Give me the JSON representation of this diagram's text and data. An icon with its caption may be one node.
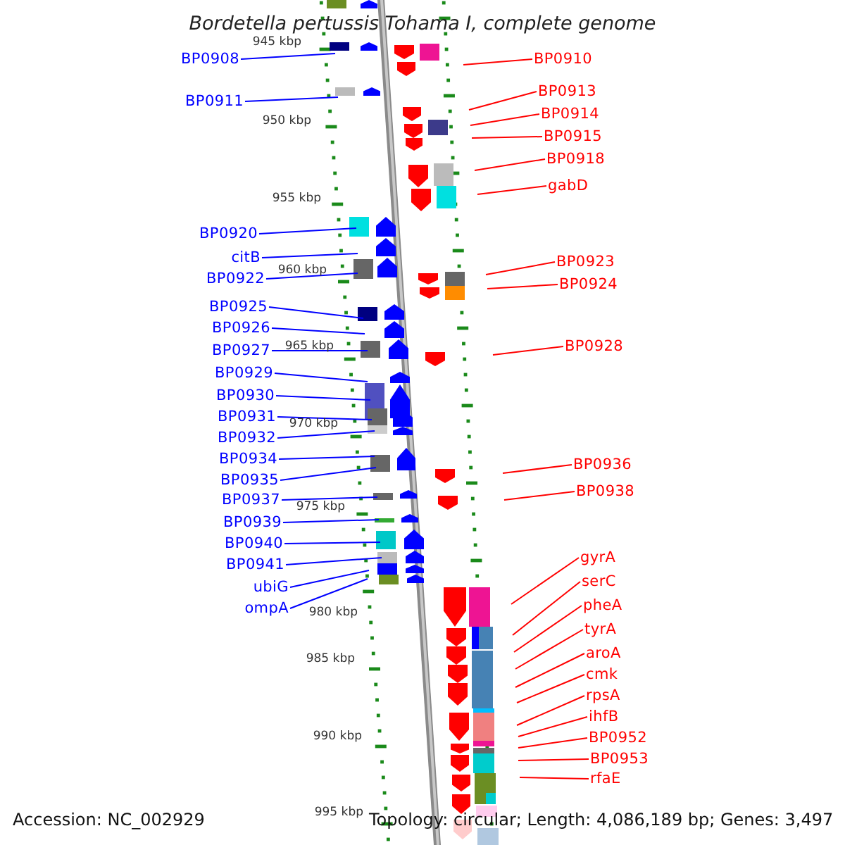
{
  "diagram": {
    "title": "Bordetella pertussis Tohama I, complete genome",
    "nodes": [
      {
        "text": [
          "BP0908"
        ]
      },
      {
        "text": [
          "BP0911"
        ]
      },
      {
        "text": [
          "BP0920"
        ]
      },
      {
        "text": [
          "citB"
        ]
      },
      {
        "text": [
          "BP0922"
        ]
      },
      {
        "text": [
          "BP0925"
        ]
      },
      {
        "text": [
          "BP0926"
        ]
      },
      {
        "text": [
          "BP0927"
        ]
      },
      {
        "text": [
          "BP0929"
        ]
      },
      {
        "text": [
          "BP0930"
        ]
      },
      {
        "text": [
          "BP0931"
        ]
      },
      {
        "text": [
          "BP0932"
        ]
      },
      {
        "text": [
          "BP0934"
        ]
      },
      {
        "text": [
          "BP0935"
        ]
      },
      {
        "text": [
          "BP0937"
        ]
      },
      {
        "text": [
          "BP0939"
        ]
      },
      {
        "text": [
          "BP0940"
        ]
      },
      {
        "text": [
          "BP0941"
        ]
      },
      {
        "text": [
          "ubiG"
        ]
      },
      {
        "text": [
          "ompA"
        ]
      },
      {
        "text": [
          "BP0910"
        ]
      },
      {
        "text": [
          "BP0913"
        ]
      },
      {
        "text": [
          "BP0914"
        ]
      },
      {
        "text": [
          "BP0915"
        ]
      },
      {
        "text": [
          "BP0918"
        ]
      },
      {
        "text": [
          "gabD"
        ]
      },
      {
        "text": [
          "BP0923"
        ]
      },
      {
        "text": [
          "BP0924"
        ]
      },
      {
        "text": [
          "BP0928"
        ]
      },
      {
        "text": [
          "BP0936"
        ]
      },
      {
        "text": [
          "BP0938"
        ]
      },
      {
        "text": [
          "gyrA"
        ]
      },
      {
        "text": [
          "serC"
        ]
      },
      {
        "text": [
          "pheA"
        ]
      },
      {
        "text": [
          "tyrA"
        ]
      },
      {
        "text": [
          "aroA"
        ]
      },
      {
        "text": [
          "cmk"
        ]
      },
      {
        "text": [
          "rpsA"
        ]
      },
      {
        "text": [
          "ihfB"
        ]
      },
      {
        "text": [
          "BP0952"
        ]
      },
      {
        "text": [
          "BP0953"
        ]
      },
      {
        "text": [
          "rfaE"
        ]
      }
    ],
    "edges": [
      {
        "from": 0,
        "to": null,
        "arrow": "none",
        "color": "#0000ff"
      },
      {
        "from": 1,
        "to": null,
        "arrow": "none",
        "color": "#0000ff"
      },
      {
        "from": 2,
        "to": null,
        "arrow": "none",
        "color": "#0000ff"
      },
      {
        "from": 3,
        "to": null,
        "arrow": "none",
        "color": "#0000ff"
      },
      {
        "from": 4,
        "to": null,
        "arrow": "none",
        "color": "#0000ff"
      },
      {
        "from": 5,
        "to": null,
        "arrow": "none",
        "color": "#0000ff"
      },
      {
        "from": 6,
        "to": null,
        "arrow": "none",
        "color": "#0000ff"
      },
      {
        "from": 7,
        "to": null,
        "arrow": "none",
        "color": "#0000ff"
      },
      {
        "from": 8,
        "to": null,
        "arrow": "none",
        "color": "#0000ff"
      },
      {
        "from": 9,
        "to": null,
        "arrow": "none",
        "color": "#0000ff"
      },
      {
        "from": 10,
        "to": null,
        "arrow": "none",
        "color": "#0000ff"
      },
      {
        "from": 11,
        "to": null,
        "arrow": "none",
        "color": "#0000ff"
      },
      {
        "from": 12,
        "to": null,
        "arrow": "none",
        "color": "#0000ff"
      },
      {
        "from": 13,
        "to": null,
        "arrow": "none",
        "color": "#0000ff"
      },
      {
        "from": 14,
        "to": null,
        "arrow": "none",
        "color": "#0000ff"
      },
      {
        "from": 15,
        "to": null,
        "arrow": "none",
        "color": "#0000ff"
      },
      {
        "from": 16,
        "to": null,
        "arrow": "none",
        "color": "#0000ff"
      },
      {
        "from": 17,
        "to": null,
        "arrow": "none",
        "color": "#0000ff"
      },
      {
        "from": 18,
        "to": null,
        "arrow": "none",
        "color": "#0000ff"
      },
      {
        "from": 19,
        "to": null,
        "arrow": "none",
        "color": "#0000ff"
      },
      {
        "from": 20,
        "to": null,
        "arrow": "none"
      },
      {
        "from": 21,
        "to": null,
        "arrow": "none"
      },
      {
        "from": 22,
        "to": null,
        "arrow": "none"
      },
      {
        "from": 23,
        "to": null,
        "arrow": "none"
      },
      {
        "from": 24,
        "to": null,
        "arrow": "none"
      },
      {
        "from": 25,
        "to": null,
        "arrow": "none"
      },
      {
        "from": 26,
        "to": null,
        "arrow": "none"
      },
      {
        "from": 27,
        "to": null,
        "arrow": "none"
      },
      {
        "from": 28,
        "to": null,
        "arrow": "none"
      },
      {
        "from": 29,
        "to": null,
        "arrow": "none"
      },
      {
        "from": 30,
        "to": null,
        "arrow": "none"
      },
      {
        "from": 31,
        "to": null,
        "arrow": "none"
      },
      {
        "from": 32,
        "to": null,
        "arrow": "none"
      },
      {
        "from": 33,
        "to": null,
        "arrow": "none"
      },
      {
        "from": 34,
        "to": null,
        "arrow": "none"
      },
      {
        "from": 35,
        "to": null,
        "arrow": "none"
      },
      {
        "from": 36,
        "to": null,
        "arrow": "none"
      },
      {
        "from": 37,
        "to": null,
        "arrow": "none"
      },
      {
        "from": 38,
        "to": null,
        "arrow": "none"
      },
      {
        "from": 39,
        "to": null,
        "arrow": "none"
      },
      {
        "from": 40,
        "to": null,
        "arrow": "none"
      },
      {
        "from": 41,
        "to": null,
        "arrow": "none"
      }
    ],
    "labels": [
      "945 kbp",
      "950 kbp",
      "955 kbp",
      "960 kbp",
      "965 kbp",
      "970 kbp",
      "975 kbp",
      "980 kbp",
      "985 kbp",
      "990 kbp",
      "995 kbp",
      "Accession: NC_002929",
      "Topology: circular; Length: 4,086,189 bp; Genes: 3,497"
    ]
  }
}
